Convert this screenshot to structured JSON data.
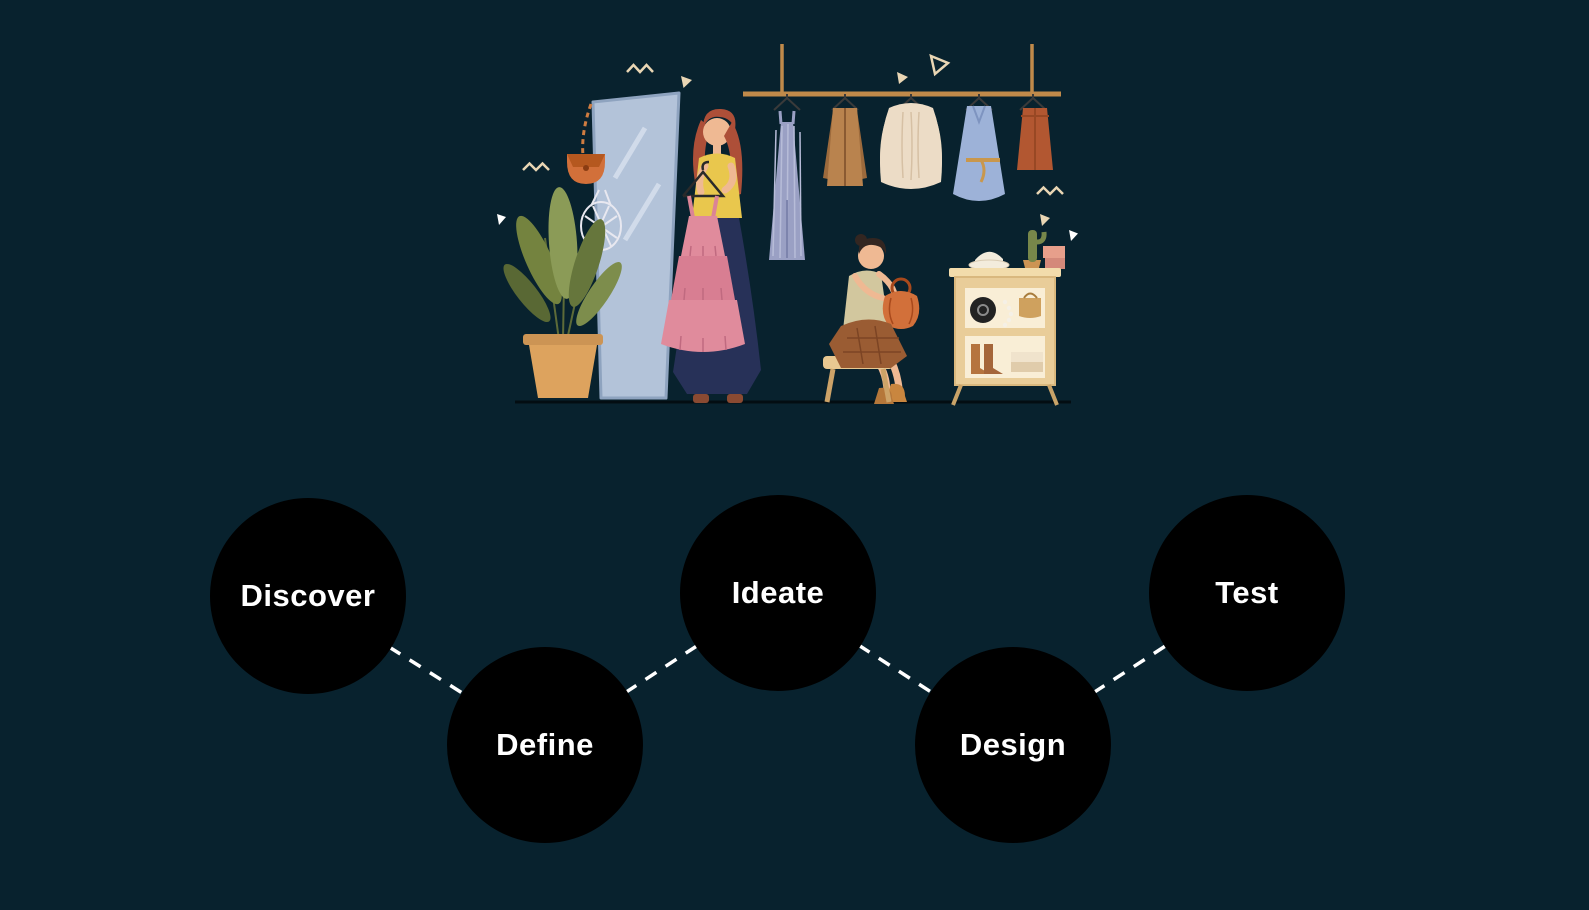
{
  "theme": {
    "background_color": "#08222e",
    "circle_color": "#000000",
    "label_color": "#ffffff",
    "connector_color": "#ffffff"
  },
  "illustration": {
    "name": "clothing-store-illustration"
  },
  "process": {
    "steps": [
      {
        "label": "Discover",
        "position": "top"
      },
      {
        "label": "Define",
        "position": "bottom"
      },
      {
        "label": "Ideate",
        "position": "top"
      },
      {
        "label": "Design",
        "position": "bottom"
      },
      {
        "label": "Test",
        "position": "top"
      }
    ]
  }
}
